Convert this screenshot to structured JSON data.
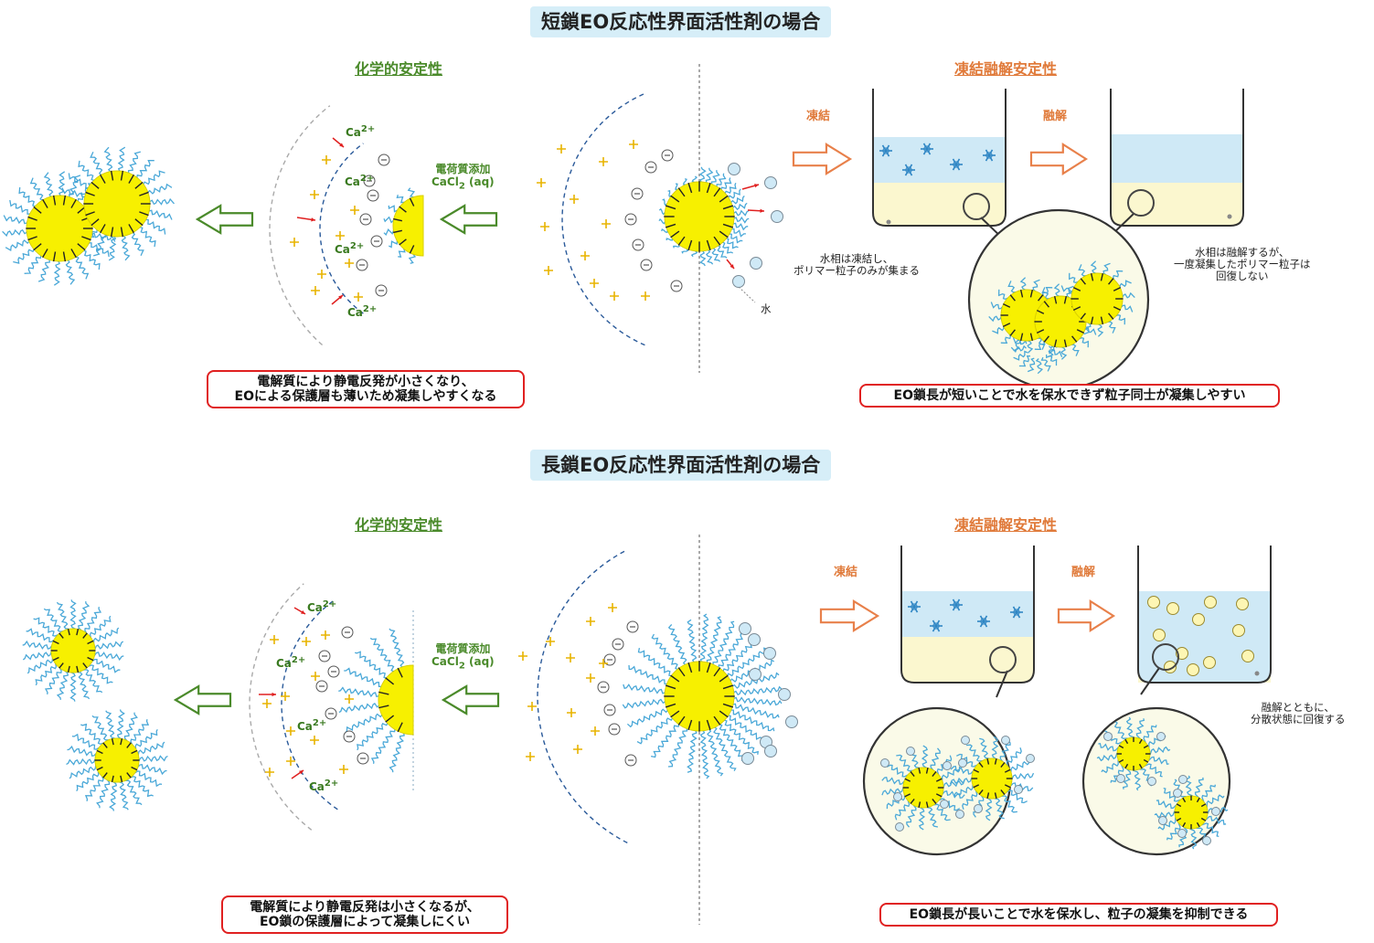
{
  "sections": [
    {
      "title": "短鎖EO反応性界面活性剤の場合",
      "chem_heading": "化学的安定性",
      "ft_heading": "凍結融解安定性",
      "add_label_1": "電荷質添加",
      "add_label_2": "CaCl",
      "add_label_sub": "2",
      "add_label_3": "(aq)",
      "ion_label": "Ca",
      "ion_charge": "2+",
      "freeze_label": "凍結",
      "thaw_label": "融解",
      "water_label": "水",
      "freeze_note": [
        "水相は凍結し、",
        "ポリマー粒子のみが集まる"
      ],
      "thaw_note": [
        "水相は融解するが、",
        "一度凝集したポリマー粒子は",
        "回復しない"
      ],
      "chem_conclusion": [
        "電解質により静電反発が小さくなり、",
        "EOによる保護層も薄いため凝集しやすくなる"
      ],
      "ft_conclusion": [
        "EO鎖長が短いことで水を保水できず粒子同士が凝集しやすい"
      ]
    },
    {
      "title": "長鎖EO反応性界面活性剤の場合",
      "chem_heading": "化学的安定性",
      "ft_heading": "凍結融解安定性",
      "add_label_1": "電荷質添加",
      "add_label_2": "CaCl",
      "add_label_sub": "2",
      "add_label_3": "(aq)",
      "ion_label": "Ca",
      "ion_charge": "2+",
      "freeze_label": "凍結",
      "thaw_label": "融解",
      "thaw_note": [
        "融解とともに、",
        "分散状態に回復する"
      ],
      "chem_conclusion": [
        "電解質により静電反発は小さくなるが、",
        "EO鎖の保護層によって凝集しにくい"
      ],
      "ft_conclusion": [
        "EO鎖長が長いことで水を保水し、粒子の凝集を抑制できる"
      ]
    }
  ],
  "colors": {
    "particle": "#f7f000",
    "chain": "#4aa8d8",
    "ion_plus": "#e8b400",
    "ion_minus_stroke": "#555555",
    "water_blue": "#cfe9f6",
    "latex_cream": "#fbf7cf",
    "arrow_green": "#4a8a2a",
    "arrow_orange": "#e8804a",
    "box_red": "#e02020",
    "snow": "#2f86c4"
  },
  "icons": [
    "snowflake-icon",
    "hollow-left-arrow",
    "hollow-right-arrow",
    "red-pointer-arrow",
    "magnifier-circle"
  ]
}
